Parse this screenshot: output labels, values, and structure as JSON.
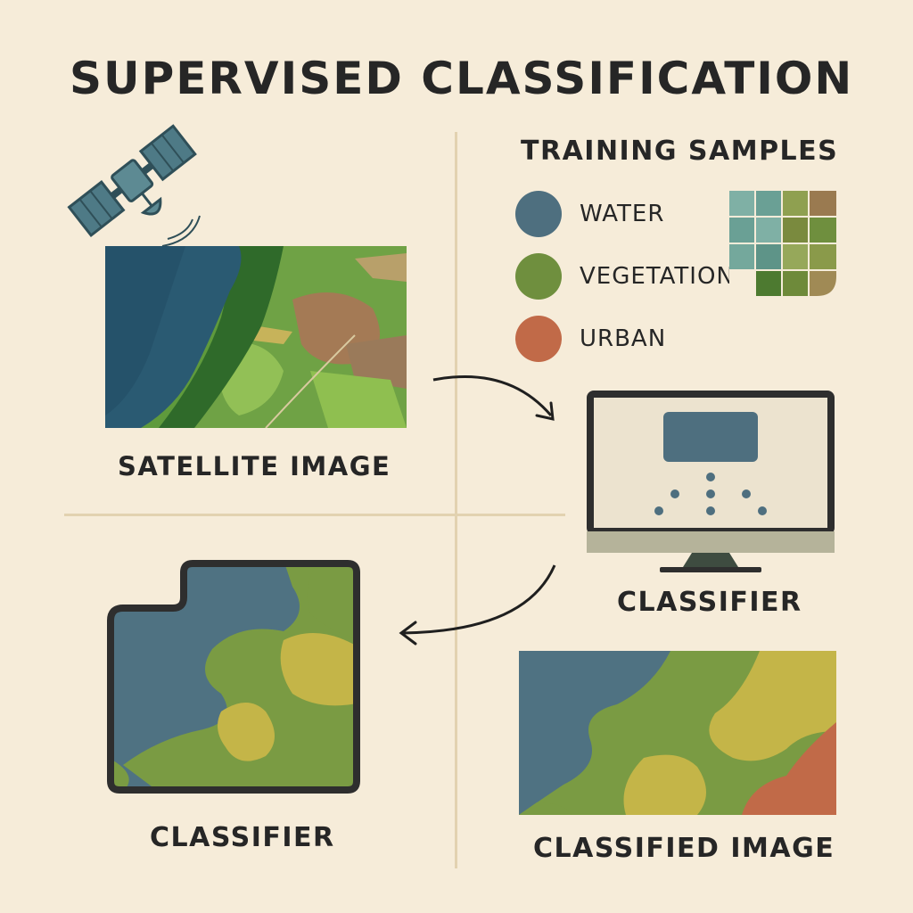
{
  "title": "SUPERVISED CLASSIFICATION",
  "satellite_section": {
    "label": "SATELLITE IMAGE"
  },
  "training": {
    "heading": "TRAINING SAMPLES",
    "classes": [
      {
        "label": "WATER",
        "color": "#4e6f7f"
      },
      {
        "label": "VEGETATION",
        "color": "#6f8f3e"
      },
      {
        "label": "URBAN",
        "color": "#c16a48"
      }
    ]
  },
  "classifier_monitor": {
    "label": "CLASSIFIER"
  },
  "classifier_map": {
    "label": "CLASSIFIER"
  },
  "classified_image": {
    "label": "CLASSIFIED IMAGE"
  },
  "icons": [
    "satellite-icon",
    "aerial-photo",
    "sample-grid-icon",
    "monitor-icon",
    "arrow-icon"
  ]
}
